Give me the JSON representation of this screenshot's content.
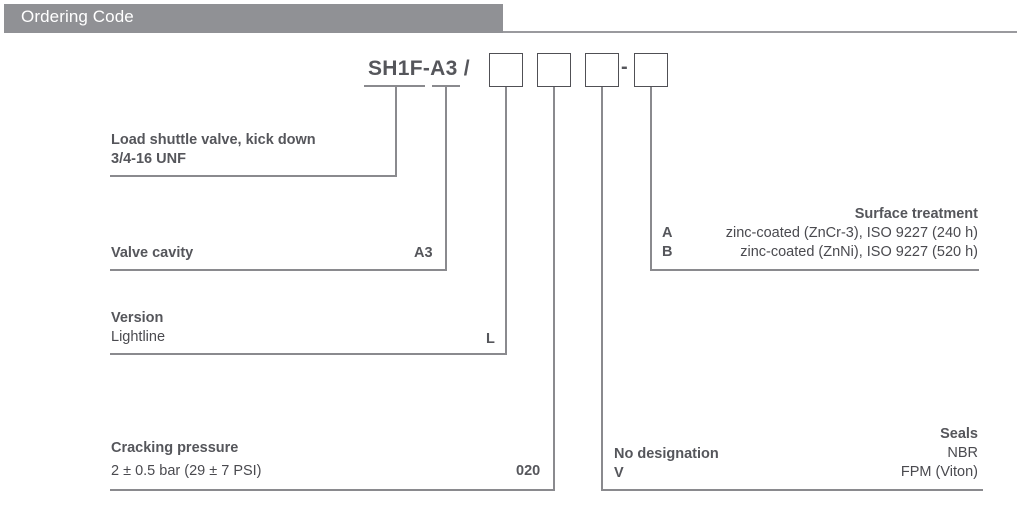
{
  "header": {
    "title": "Ordering Code"
  },
  "code": {
    "prefix": "SH1F-A3 /",
    "separator": "-",
    "placeholder_boxes": 4
  },
  "fields": {
    "type": {
      "label_line1": "Load shuttle valve, kick down",
      "label_line2": "3/4-16 UNF"
    },
    "valve_cavity": {
      "label": "Valve cavity",
      "code": "A3"
    },
    "version": {
      "title": "Version",
      "label": "Lightline",
      "code": "L"
    },
    "cracking_pressure": {
      "title": "Cracking pressure",
      "label": "2 ± 0.5 bar (29 ± 7 PSI)",
      "code": "020"
    },
    "seals": {
      "title": "Seals",
      "options": [
        {
          "code": "No designation",
          "value": "NBR"
        },
        {
          "code": "V",
          "value": "FPM (Viton)"
        }
      ]
    },
    "surface_treatment": {
      "title": "Surface treatment",
      "options": [
        {
          "code": "A",
          "value": "zinc-coated (ZnCr-3), ISO 9227 (240 h)"
        },
        {
          "code": "B",
          "value": "zinc-coated (ZnNi), ISO 9227 (520 h)"
        }
      ]
    }
  }
}
